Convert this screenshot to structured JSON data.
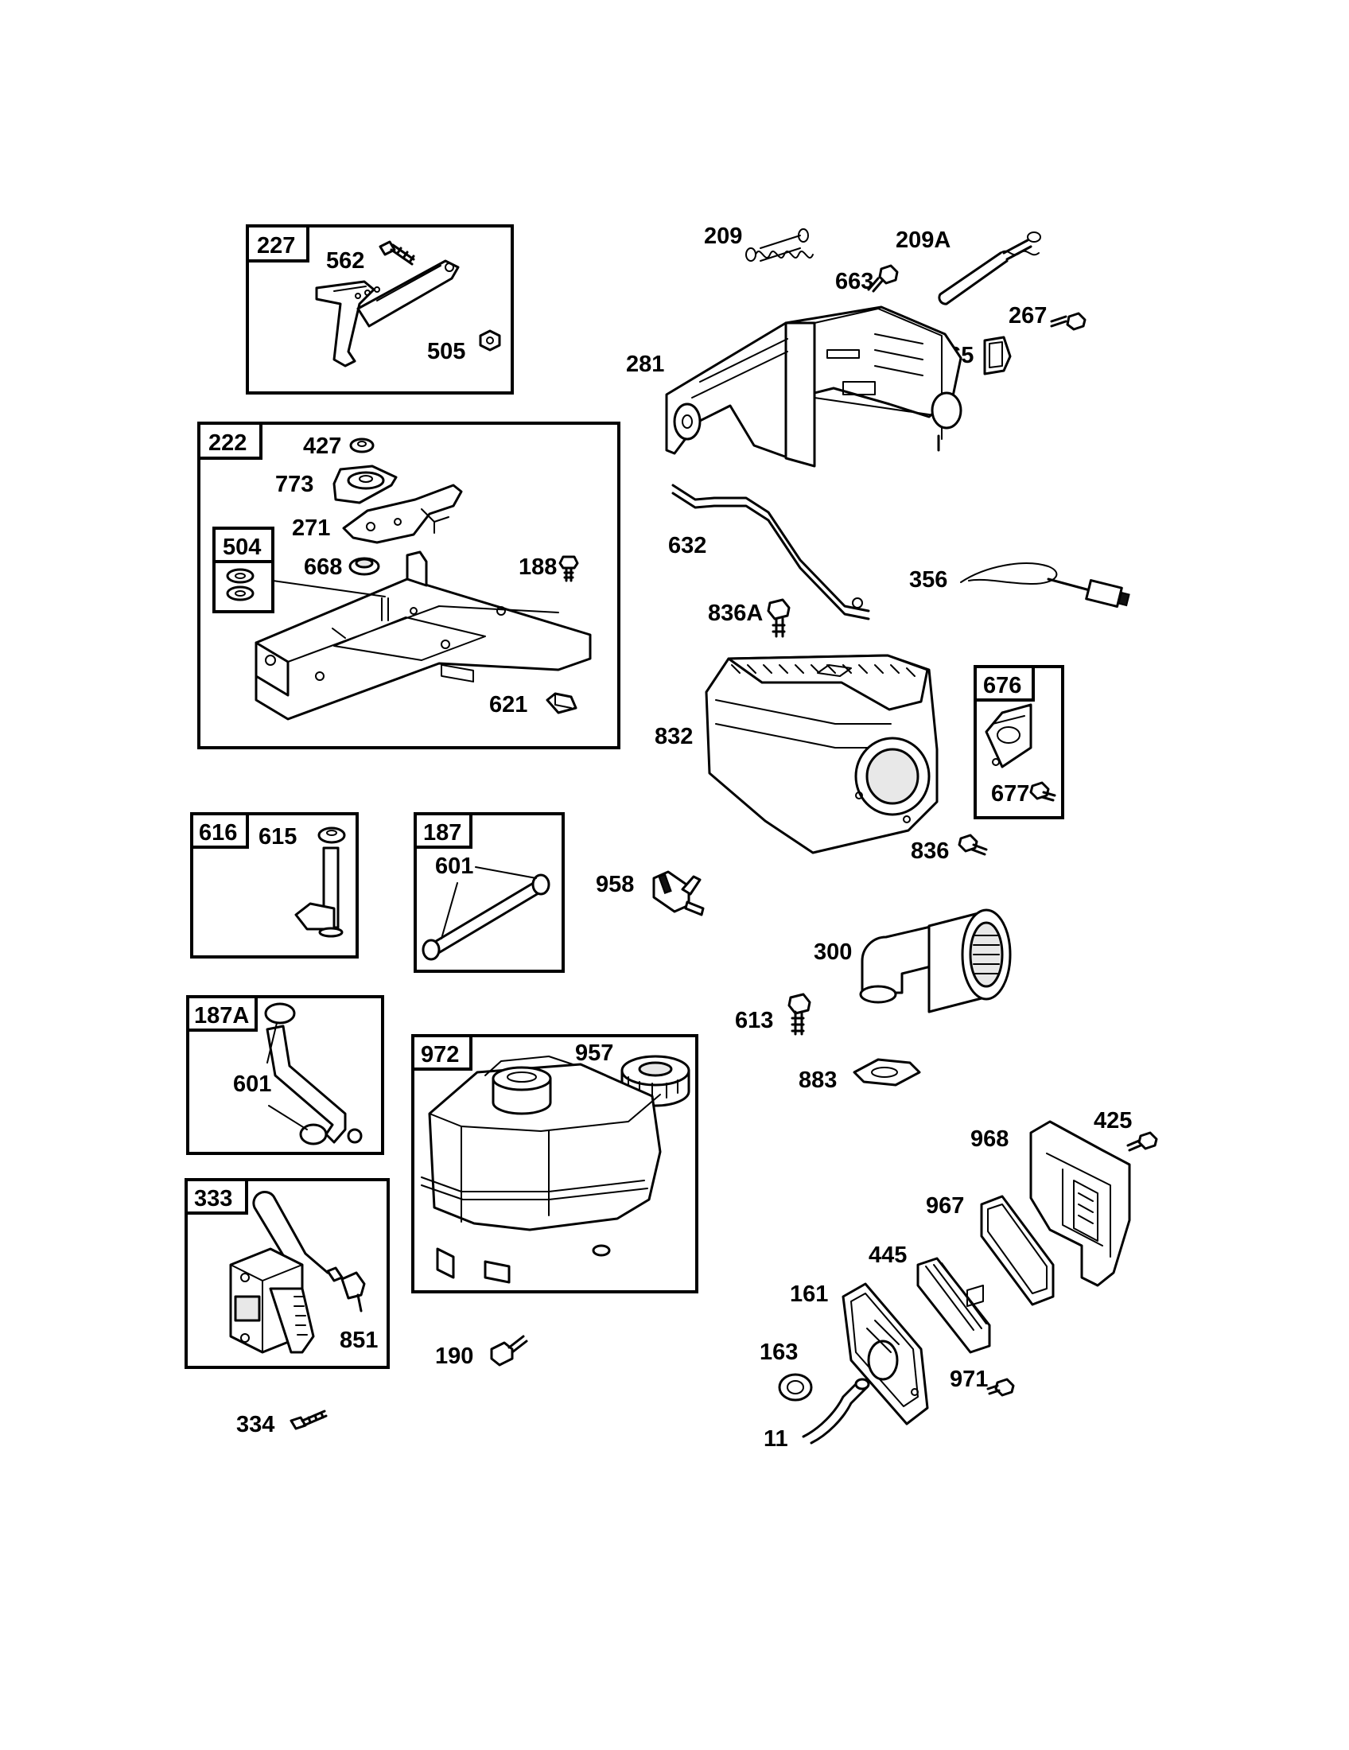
{
  "boxes": {
    "b227": "227",
    "b222": "222",
    "b504": "504",
    "b616": "616",
    "b187": "187",
    "b187a": "187A",
    "b972": "972",
    "b333": "333",
    "b676": "676"
  },
  "parts": {
    "p562": "562",
    "p505": "505",
    "p427": "427",
    "p773": "773",
    "p271": "271",
    "p668": "668",
    "p188": "188",
    "p621": "621",
    "p615": "615",
    "p601a": "601",
    "p601b": "601",
    "p957": "957",
    "p851": "851",
    "p190": "190",
    "p334": "334",
    "p209": "209",
    "p209a": "209A",
    "p663": "663",
    "p267": "267",
    "p265": "265",
    "p281": "281",
    "p632": "632",
    "p356": "356",
    "p836a": "836A",
    "p832": "832",
    "p677": "677",
    "p836": "836",
    "p958": "958",
    "p300": "300",
    "p613": "613",
    "p883": "883",
    "p425": "425",
    "p968": "968",
    "p967": "967",
    "p445": "445",
    "p161": "161",
    "p163": "163",
    "p971": "971",
    "p11": "11"
  }
}
